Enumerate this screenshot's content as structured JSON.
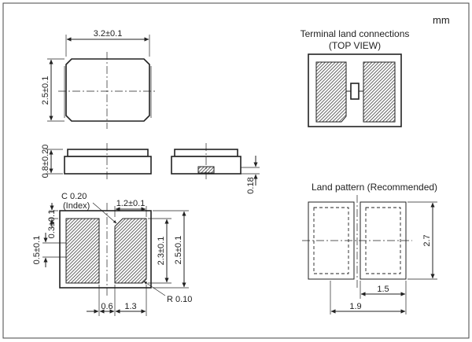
{
  "drawing": {
    "unit": "mm"
  },
  "titles": {
    "terminal_connections": "Terminal land connections",
    "top_view": "(TOP VIEW)",
    "land_pattern": "Land pattern (Recommended)"
  },
  "dims": {
    "width": "3.2±0.1",
    "height": "2.5±0.1",
    "thickness": "0.8±0.20",
    "terminal_height": "0.18",
    "terminal_width": "1.2±0.1",
    "edge_gap": "0.3±0.1",
    "pad_offset": "0.5±0.1",
    "terminal_length": "2.3±0.1",
    "pad_gap": "0.6",
    "pad_span": "1.3",
    "land_height": "2.7",
    "land_width": "1.5",
    "land_pitch": "1.9"
  },
  "notes": {
    "chamfer": "C 0.20",
    "index": "(Index)",
    "radius": "R 0.10"
  }
}
